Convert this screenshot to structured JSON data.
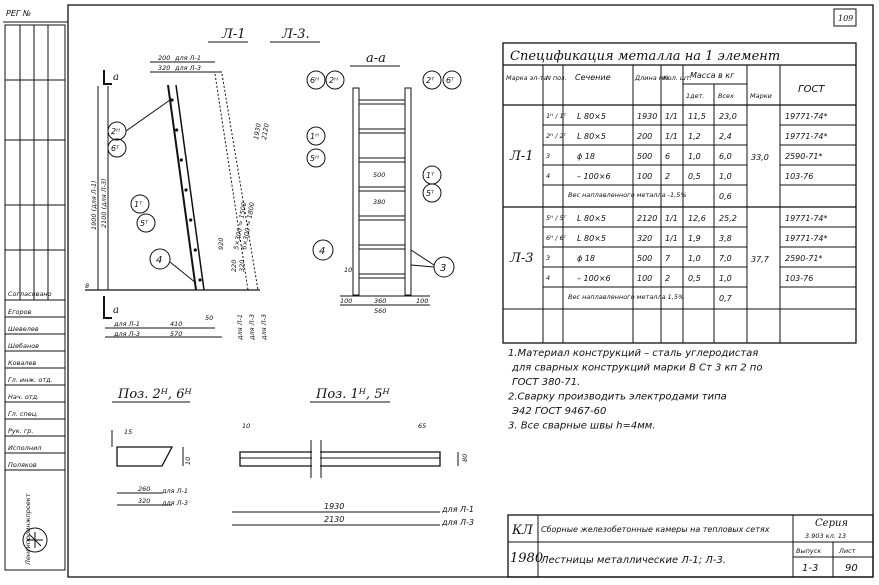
{
  "stamp": {
    "reg_no": "РЕГ №"
  },
  "sheet_corner": "109",
  "views": {
    "section_l1": "Л-1",
    "section_l3": "Л-3.",
    "section_aa": "а-а",
    "cut_marker": "а",
    "pos_2_6": "Поз. 2ᴴ, 6ᴴ",
    "pos_1_5": "Поз. 1ᴴ, 5ᴴ"
  },
  "dims_left": {
    "d200": "200",
    "for_l1": "для Л-1",
    "d320": "320",
    "for_l3": "для Л-3",
    "d1900": "1900 (для Л-1)",
    "d2100": "2100 (для Л-3)",
    "steps": "5×300 = 1500",
    "steps2": "6×300 = 1800",
    "h1930": "1930",
    "h2120": "2120",
    "d220": "220",
    "d320b": "320",
    "d920": "920",
    "d410": "410",
    "d570": "570",
    "d50": "50",
    "d8": "8",
    "for_l1b": "для Л-1",
    "for_l3b": "для Л-3",
    "vert_l1": "для Л-1",
    "vert_l3": "для Л-3",
    "vert_l3b": "для Л-3"
  },
  "callouts": {
    "c1": "1ᴴ",
    "c2": "2ᴴ",
    "c2b": "2ᵀ",
    "c3": "3",
    "c4": "4",
    "c5": "5ᴴ",
    "c6": "6ᴴ",
    "c6b": "6ᵀ",
    "c1t": "1ᵀ",
    "c5t": "5ᵀ"
  },
  "dims_aa": {
    "d500": "500",
    "d380": "380",
    "d100a": "100",
    "d360": "360",
    "d100b": "100",
    "d560": "560",
    "d10": "10"
  },
  "dims_pos26": {
    "d15": "15",
    "d10": "10",
    "d260": "260",
    "d320": "320",
    "for_l1": "для Л-1",
    "for_l3": "для Л-3"
  },
  "dims_pos15": {
    "d10": "10",
    "d65": "65",
    "d80": "80",
    "d1930": "1930",
    "d2130": "2130",
    "for_l1": "для Л-1",
    "for_l3": "для Л-3"
  },
  "spec": {
    "title": "Спецификация металла на 1 элемент",
    "headers": {
      "mark": "Марка эл-та",
      "pos": "N поз.",
      "section": "Сечение",
      "length": "Длина мм",
      "qty": "Кол. шт.",
      "mass": "Масса в кг",
      "mass_one": "1дет.",
      "mass_all": "Всех",
      "per_mark": "Марки",
      "gost": "ГОСТ"
    },
    "groups": [
      {
        "mark": "Л-1",
        "mark_total": "33,0",
        "rows": [
          {
            "pos": "1ᴴ / 1ᵀ",
            "section": "L 80×5",
            "length": "1930",
            "qty": "1/1",
            "m1": "11,5",
            "mall": "23,0",
            "gost": "19771-74*"
          },
          {
            "pos": "2ᴴ / 2ᵀ",
            "section": "L 80×5",
            "length": "200",
            "qty": "1/1",
            "m1": "1,2",
            "mall": "2,4",
            "gost": "19771-74*"
          },
          {
            "pos": "3",
            "section": "ϕ 18",
            "length": "500",
            "qty": "6",
            "m1": "1,0",
            "mall": "6,0",
            "gost": "2590-71*"
          },
          {
            "pos": "4",
            "section": "– 100×6",
            "length": "100",
            "qty": "2",
            "m1": "0,5",
            "mall": "1,0",
            "gost": "103-76"
          }
        ],
        "weld": "Вес наплавленного металла -1,5%",
        "weld_val": "0,6"
      },
      {
        "mark": "Л-3",
        "mark_total": "37,7",
        "rows": [
          {
            "pos": "5ᴴ / 5ᵀ",
            "section": "L 80×5",
            "length": "2120",
            "qty": "1/1",
            "m1": "12,6",
            "mall": "25,2",
            "gost": "19771-74*"
          },
          {
            "pos": "6ᴴ / 6ᵀ",
            "section": "L 80×5",
            "length": "320",
            "qty": "1/1",
            "m1": "1,9",
            "mall": "3,8",
            "gost": "19771-74*"
          },
          {
            "pos": "3",
            "section": "ϕ 18",
            "length": "500",
            "qty": "7",
            "m1": "1,0",
            "mall": "7,0",
            "gost": "2590-71*"
          },
          {
            "pos": "4",
            "section": "– 100×6",
            "length": "100",
            "qty": "2",
            "m1": "0,5",
            "mall": "1,0",
            "gost": "103-76"
          }
        ],
        "weld": "Вес наплавленного металла 1,5%",
        "weld_val": "0,7"
      }
    ]
  },
  "notes": [
    "1.Материал конструкций – сталь углеродистая",
    "для сварных конструкций марки В Ст 3 кп 2 по",
    "ГОСТ 380-71.",
    "2.Сварку производить электродами типа",
    "Э42 ГОСТ 9467-60",
    "3. Все сварные швы h=4мм."
  ],
  "title_block": {
    "org": "КЛ",
    "year": "1980",
    "desc1": "Сборные железобетонные камеры на тепловых сетях",
    "desc2": "Лестницы металлические Л-1; Л-3.",
    "series_label": "Серия",
    "series_val": "3.903 кл. 13",
    "issue_label": "Выпуск",
    "sheet_label": "Лист",
    "issue_val": "1-3",
    "sheet_val": "90"
  },
  "left_strip": {
    "agreed": "Согласовано",
    "cells": [
      "Егоров",
      "Шевелев",
      "Шебанов",
      "Ковалев",
      "Гл. инж. отд.",
      "Нач. отд.",
      "Гл. спец.",
      "Рук. гр.",
      "Исполнил",
      "Поляков"
    ],
    "institute": "Ленгипроинжпроект"
  }
}
